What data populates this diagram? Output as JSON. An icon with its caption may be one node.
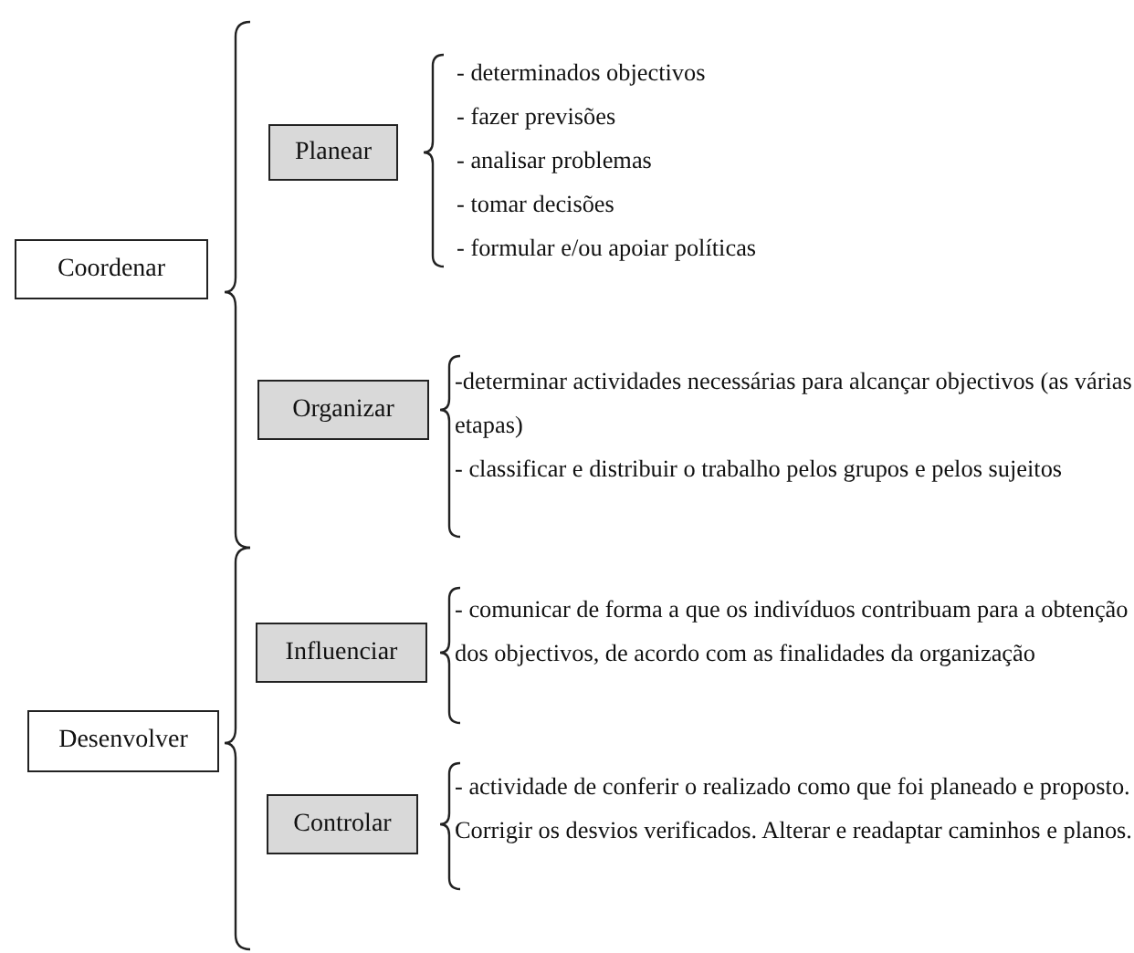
{
  "diagram": {
    "nodes": [
      {
        "text": [
          "Coordenar"
        ]
      },
      {
        "text": [
          "Planear"
        ],
        "beside": [
          "- determinados objectivos",
          "- fazer previsões",
          "- analisar problemas",
          "- tomar decisões",
          "- formular e/ou apoiar políticas"
        ]
      },
      {
        "text": [
          "Organizar"
        ],
        "beside": [
          "-determinar actividades necessárias para alcançar objectivos (as várias etapas)",
          "- classificar e distribuir o trabalho pelos grupos e pelos sujeitos"
        ]
      },
      {
        "text": [
          "Desenvolver"
        ]
      },
      {
        "text": [
          "Influenciar"
        ],
        "beside": [
          "- comunicar de forma a que os indivíduos contribuam para a obtenção dos objectivos, de acordo com as finalidades da organização"
        ]
      },
      {
        "text": [
          "Controlar"
        ],
        "beside": [
          "- actividade de conferir o realizado como que foi planeado e proposto. Corrigir os desvios verificados. Alterar e readaptar caminhos e planos."
        ]
      }
    ]
  }
}
